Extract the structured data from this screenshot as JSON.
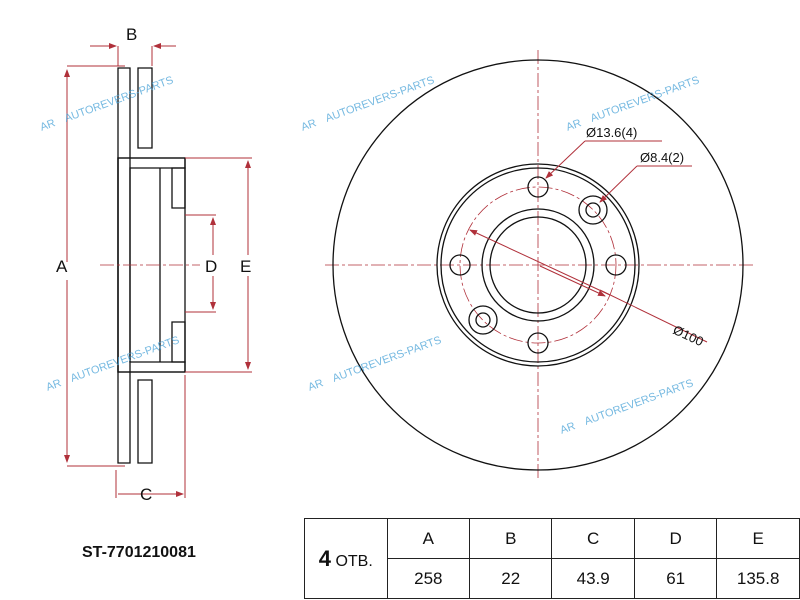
{
  "part_number": "ST-7701210081",
  "watermark": "AUTOREVERS-PARTS",
  "watermark_logo": "AR",
  "dimension_labels": {
    "A": "A",
    "B": "B",
    "C": "C",
    "D": "D",
    "E": "E"
  },
  "callouts": {
    "bolt_holes": "Ø13.6(4)",
    "small_holes": "Ø8.4(2)",
    "pcd": "Ø100"
  },
  "table": {
    "holes_count": "4",
    "holes_label": "ОТВ.",
    "headers": [
      "A",
      "B",
      "C",
      "D",
      "E"
    ],
    "values": [
      "258",
      "22",
      "43.9",
      "61",
      "135.8"
    ]
  },
  "colors": {
    "dimension": "#b0303a",
    "outline": "#111111",
    "watermark": "#4aa3d8"
  }
}
